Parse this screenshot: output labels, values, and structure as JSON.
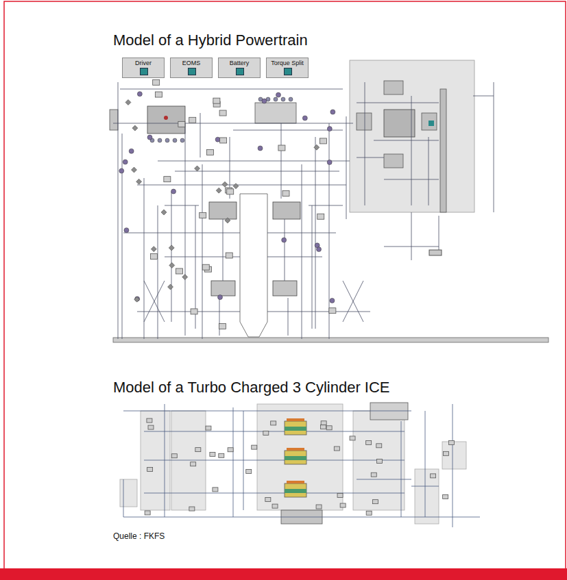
{
  "diagram": {
    "title": "Model of a Hybrid Powertrain",
    "caption": "Quelle : FKFS",
    "nodes": [
      {
        "text": [
          "Driver"
        ]
      },
      {
        "text": [
          "EOMS"
        ]
      },
      {
        "text": [
          "Battery"
        ]
      },
      {
        "text": [
          "Torque Split"
        ]
      }
    ],
    "labels": [
      "Model of a Turbo Charged 3 Cylinder ICE"
    ]
  }
}
